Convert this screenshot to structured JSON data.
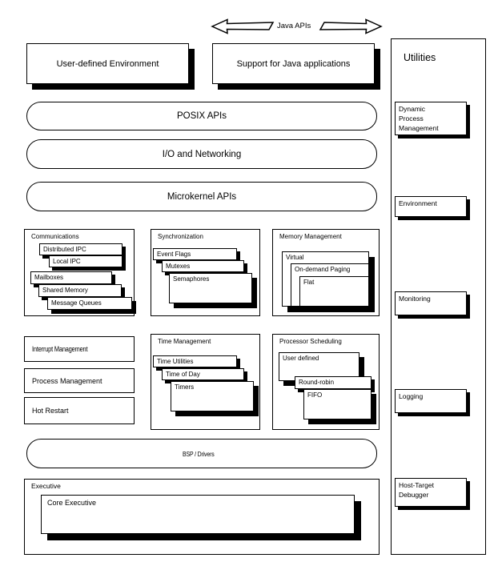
{
  "colors": {
    "line": "#000000",
    "background": "#ffffff"
  },
  "banner": {
    "java_apis": "Java APIs"
  },
  "top_boxes": {
    "user_env": "User-defined Environment",
    "java_support": "Support for Java applications"
  },
  "api_bars": {
    "posix": "POSIX APIs",
    "io_networking": "I/O and Networking",
    "microkernel": "Microkernel APIs",
    "bsp_drivers": "BSP / Drivers"
  },
  "communications": {
    "title": "Communications",
    "items": {
      "distributed_ipc": "Distributed IPC",
      "local_ipc": "Local IPC",
      "mailboxes": "Mailboxes",
      "shared_memory": "Shared Memory",
      "message_queues": "Message Queues"
    }
  },
  "synchronization": {
    "title": "Synchronization",
    "items": {
      "event_flags": "Event Flags",
      "mutexes": "Mutexes",
      "semaphores": "Semaphores"
    }
  },
  "memory_management": {
    "title": "Memory Management",
    "items": {
      "virtual": "Virtual",
      "on_demand_paging": "On-demand Paging",
      "flat": "Flat"
    }
  },
  "kernel_boxes": {
    "interrupt_management": "Interrupt Management",
    "process_management": "Process Management",
    "hot_restart": "Hot Restart"
  },
  "time_management": {
    "title": "Time Management",
    "items": {
      "time_utilities": "Time Utilities",
      "time_of_day": "Time of Day",
      "timers": "Timers"
    }
  },
  "processor_scheduling": {
    "title": "Processor Scheduling",
    "items": {
      "user_defined": "User defined",
      "round_robin": "Round-robin",
      "fifo": "FIFO"
    }
  },
  "executive": {
    "title": "Executive",
    "core": "Core Executive"
  },
  "utilities": {
    "title": "Utilities",
    "items": [
      "Dynamic Process Management",
      "Environment",
      "Monitoring",
      "Logging",
      "Host-Target Debugger"
    ]
  }
}
